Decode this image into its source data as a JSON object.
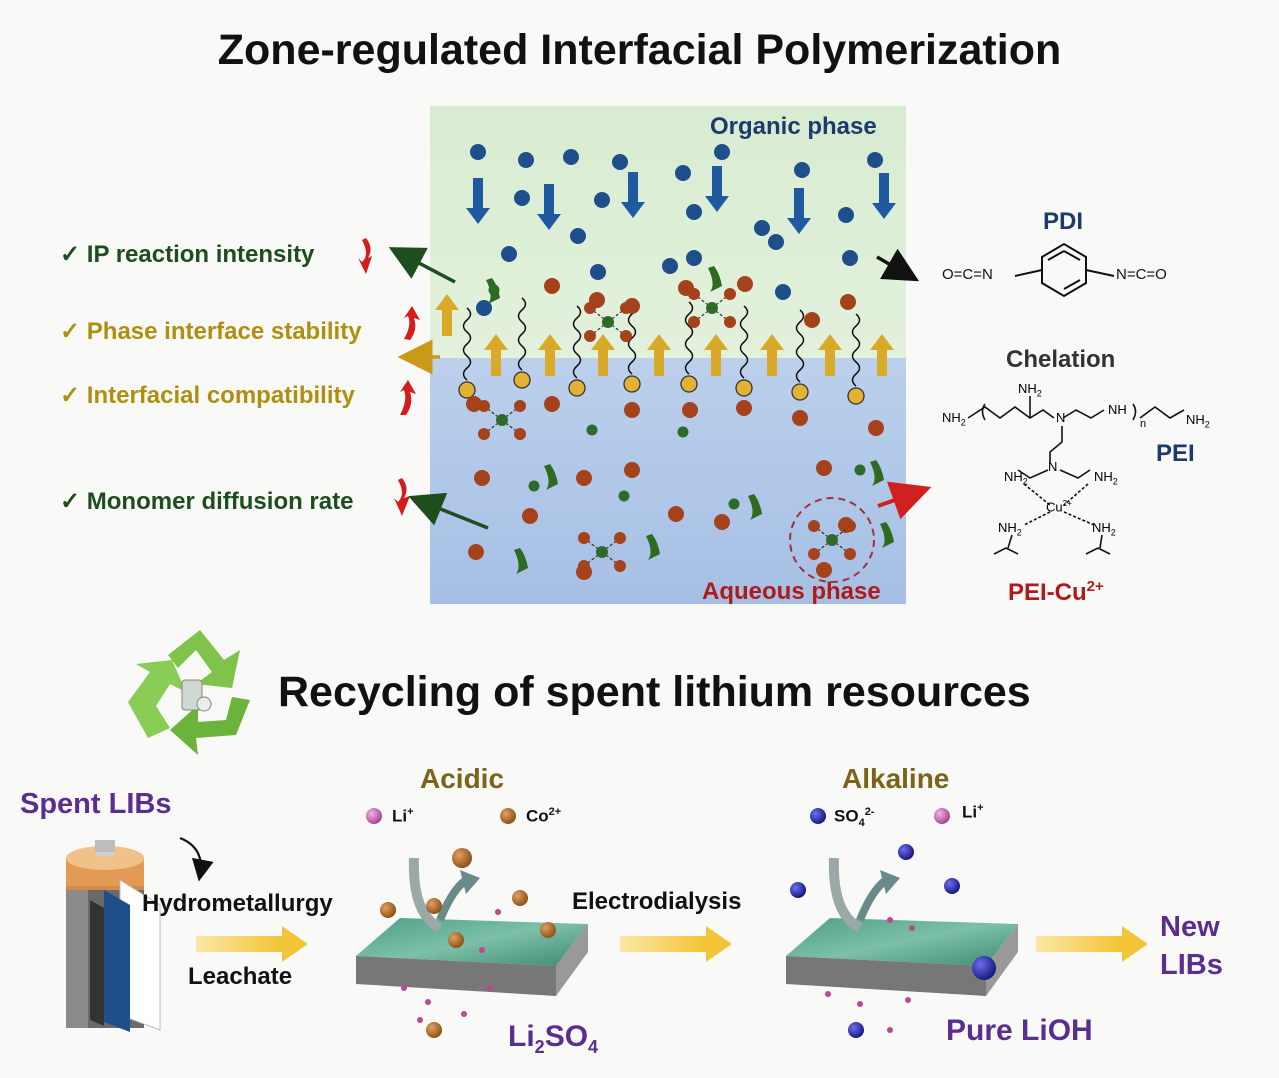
{
  "top": {
    "title": "Zone-regulated Interfacial Polymerization",
    "organic_phase": "Organic phase",
    "aqueous_phase": "Aqueous phase",
    "effects": [
      {
        "label": "IP reaction intensity",
        "trend": "down",
        "check": "✓"
      },
      {
        "label": "Phase interface stability",
        "trend": "up",
        "check": "✓"
      },
      {
        "label": "Interfacial compatibility",
        "trend": "up",
        "check": "✓"
      },
      {
        "label": "Monomer diffusion rate",
        "trend": "down",
        "check": "✓"
      }
    ],
    "pdi_label": "PDI",
    "pdi_left": "O=C=N",
    "pdi_right": "N=C=O",
    "chelation_label": "Chelation",
    "pei_label": "PEI",
    "pei_cu_label": "PEI-Cu",
    "pei_cu_sup": "2+",
    "pei_chem": {
      "nh2": "NH",
      "two": "2",
      "nh": "NH",
      "n": "N",
      "n_sub": "n",
      "cu": "Cu",
      "cu_sup": "2+"
    }
  },
  "bottom": {
    "title": "Recycling of spent lithium resources",
    "spent_libs": "Spent LIBs",
    "hydrometallurgy": "Hydrometallurgy",
    "leachate": "Leachate",
    "acidic": "Acidic",
    "li_plus": "Li",
    "plus": "+",
    "co": "Co",
    "co_sup": "2+",
    "electrodialysis": "Electrodialysis",
    "li2so4_a": "Li",
    "li2so4_b": "2",
    "li2so4_c": "SO",
    "li2so4_d": "4",
    "alkaline": "Alkaline",
    "so4": "SO",
    "so4_sub": "4",
    "so4_sup": "2-",
    "li_plus2": "Li",
    "pure_lioh": "Pure LiOH",
    "new_libs_1": "New",
    "new_libs_2": "LIBs"
  },
  "colors": {
    "organic_bg": "#dbeed3",
    "aqueous_bg": "#a9c3e6",
    "blue_dot": "#1f4e8c",
    "brown_dot": "#a5421c",
    "green_dot": "#2e6b2a",
    "gold": "#d9aa2a",
    "dark_green": "#1e4d1e",
    "olive": "#9b7d10",
    "red": "#c01818",
    "purple": "#5b2d90",
    "navy": "#1c3a6e",
    "yellow_arrow": "#f5cf55"
  },
  "icons": [
    "recycle-icon",
    "battery-icon",
    "membrane-icon"
  ]
}
